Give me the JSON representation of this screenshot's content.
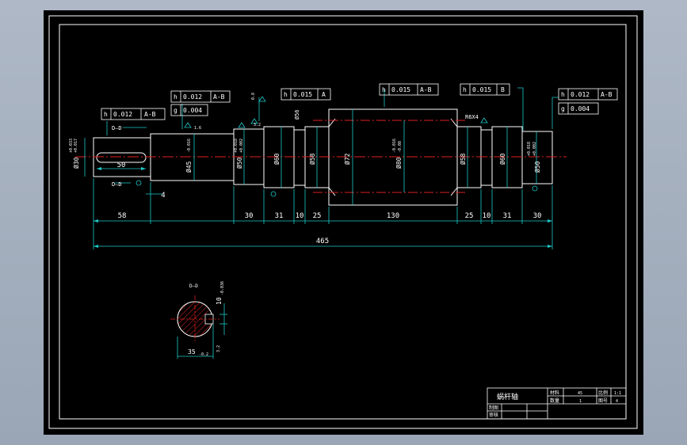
{
  "drawing": {
    "overall_length": "465",
    "segments": [
      "58",
      "30",
      "31",
      "10",
      "25",
      "130",
      "25",
      "10",
      "31",
      "30"
    ],
    "keyway_length": "50",
    "keyway_offset": "4",
    "section_label_top": "D—D",
    "section_label_bottom": "D—D",
    "section": {
      "key_width": "10",
      "key_tol": "-0.036",
      "depth": "35",
      "depth_tol": "-0.2",
      "note": "3.2"
    },
    "diameters": {
      "d30": "Ø30",
      "d30_tol_up": "+0.033",
      "d30_tol_lo": "+0.017",
      "d45": "Ø45",
      "d45_tol": "-0.016",
      "d50l": "Ø50",
      "d50l_tol_up": "+0.018",
      "d50l_tol_lo": "+0.002",
      "d60": "Ø60",
      "d58a": "Ø58",
      "d72": "Ø72",
      "d80": "Ø80",
      "d80_tol_up": "-0.016",
      "d80_tol_lo": "-0.08",
      "d56": "Ø56",
      "d58b": "Ø58",
      "d60b": "Ø60",
      "d50r": "Ø50",
      "d50r_tol_up": "+0.018",
      "d50r_tol_lo": "+0.002"
    },
    "fillet": "R6X4",
    "roughness": [
      "1.6",
      "3.2",
      "0.8"
    ],
    "tolerance_frames": [
      {
        "sym": "h",
        "value": "0.012",
        "datum": "A-B"
      },
      {
        "sym": "h",
        "value": "0.012",
        "datum": "A-B"
      },
      {
        "sym": "g",
        "value": "0.004",
        "datum": ""
      },
      {
        "sym": "h",
        "value": "0.015",
        "datum": "A"
      },
      {
        "sym": "h",
        "value": "0.015",
        "datum": "A-B"
      },
      {
        "sym": "h",
        "value": "0.015",
        "datum": "B"
      },
      {
        "sym": "h",
        "value": "0.012",
        "datum": "A-B"
      },
      {
        "sym": "g",
        "value": "0.004",
        "datum": ""
      }
    ]
  },
  "title_block": {
    "part_name": "蜗杆轴",
    "material_label": "材料",
    "material_value": "45",
    "scale_label": "比例",
    "scale_value": "1:1",
    "quantity_label": "数量",
    "quantity_value": "1",
    "drawing_no_label": "图号",
    "drawing_no_value": "4",
    "drawn_label": "制图",
    "checked_label": "审核"
  }
}
